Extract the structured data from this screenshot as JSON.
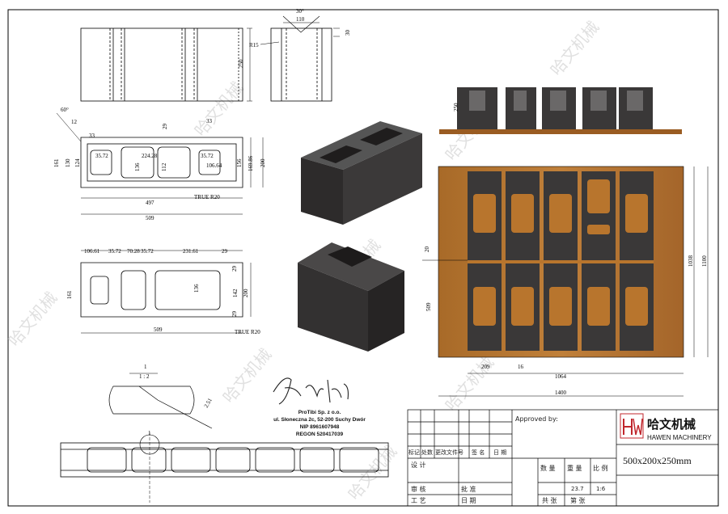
{
  "watermark": "哈文机械",
  "dims": {
    "front_250": "250",
    "angle_30": "30°",
    "d110": "110",
    "d30": "30",
    "r15": "R15",
    "angle_60": "60°",
    "d12": "12",
    "d33": "33",
    "d29": "29",
    "d33b": "33",
    "d35_72a": "35.72",
    "d224_28": "224.28",
    "d35_72b": "35.72",
    "d106_64": "106.64",
    "d161": "161",
    "d130": "130",
    "d124": "124",
    "d136": "136",
    "d112": "112",
    "d156": "156",
    "d169_86": "169.86",
    "d200": "200",
    "true_r20a": "TRUE R20",
    "d497": "497",
    "d509a": "509",
    "d106_61": "106.61",
    "d35_72c": "35.72",
    "d70_28": "70.28",
    "d35_72d": "35.72",
    "d231_61": "231.61",
    "d29b": "29",
    "d29c": "29",
    "d29d": "29",
    "d161b": "161",
    "d136b": "136",
    "d142": "142",
    "d200b": "200",
    "true_r20b": "TRUE R20",
    "d509b": "509",
    "side_250": "250",
    "pallet_20": "20",
    "pallet_509": "509",
    "pallet_1038": "1038",
    "pallet_1100": "1100",
    "pallet_209": "209",
    "pallet_16": "16",
    "pallet_1064": "1064",
    "pallet_1400": "1400",
    "detail_1": "1",
    "detail_scale": "1 : 2",
    "detail_2_51": "2.51",
    "bubble_1": "1"
  },
  "stamp": {
    "company": "ProTibi Sp. z o.o.",
    "address": "ul. Słoneczna 2c, 52-200 Suchy Dwór",
    "nip": "NIP 8961607948",
    "regon": "REGON 520417039"
  },
  "title_block": {
    "approved": "Approved by:",
    "logo_cn": "哈文机械",
    "logo_en": "HAWEN MACHINERY",
    "logo_icon": "hw-logo-icon",
    "spec": "500x200x250mm",
    "rev_headers": [
      "标记",
      "处数",
      "更改文件号",
      "签 名",
      "日 期"
    ],
    "design": "设 计",
    "qty": "数 量",
    "weight": "重 量",
    "ratio": "比 例",
    "weight_val": "23.7",
    "ratio_val": "1:6",
    "check": "审 核",
    "approve": "批 准",
    "craft": "工 艺",
    "date": "日 期",
    "total": "共  张",
    "sheet": "第  张"
  },
  "colors": {
    "wood": "#b8752d",
    "block": "#3a3838",
    "line": "#000000"
  }
}
